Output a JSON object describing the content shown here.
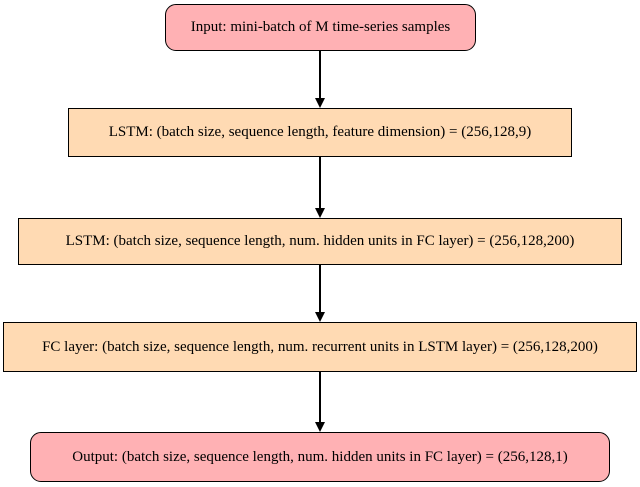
{
  "diagram": {
    "type": "flowchart",
    "background": "#ffffff",
    "colors": {
      "input_output_fill": "#ffb1b4",
      "layer_fill": "#ffdab3",
      "border": "#000000",
      "arrow": "#000000"
    },
    "nodes": [
      {
        "id": "input",
        "shape": "rounded-rect",
        "fill": "#ffb1b4",
        "label": "Input: mini-batch of M time-series samples"
      },
      {
        "id": "lstm-1",
        "shape": "rect",
        "fill": "#ffdab3",
        "label": "LSTM: (batch size, sequence length, feature dimension) = (256,128,9)"
      },
      {
        "id": "lstm-2",
        "shape": "rect",
        "fill": "#ffdab3",
        "label": "LSTM: (batch size, sequence length, num. hidden units in FC layer) = (256,128,200)"
      },
      {
        "id": "fc-layer",
        "shape": "rect",
        "fill": "#ffdab3",
        "label": "FC layer: (batch size, sequence length, num. recurrent units in LSTM layer) = (256,128,200)"
      },
      {
        "id": "output",
        "shape": "rounded-rect",
        "fill": "#ffb1b4",
        "label": "Output: (batch size, sequence length, num. hidden units in FC layer) = (256,128,1)"
      }
    ],
    "edges": [
      {
        "from": "input",
        "to": "lstm-1"
      },
      {
        "from": "lstm-1",
        "to": "lstm-2"
      },
      {
        "from": "lstm-2",
        "to": "fc-layer"
      },
      {
        "from": "fc-layer",
        "to": "output"
      }
    ]
  }
}
